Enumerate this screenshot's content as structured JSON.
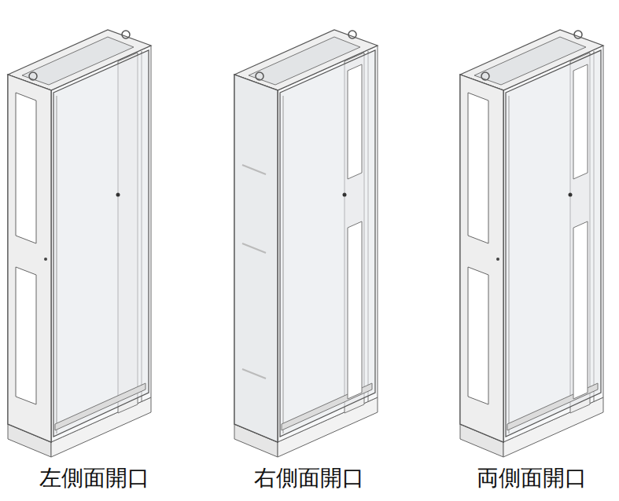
{
  "diagram": {
    "labels": [
      "左側面開口",
      "右側面開口",
      "両側面開口"
    ]
  }
}
